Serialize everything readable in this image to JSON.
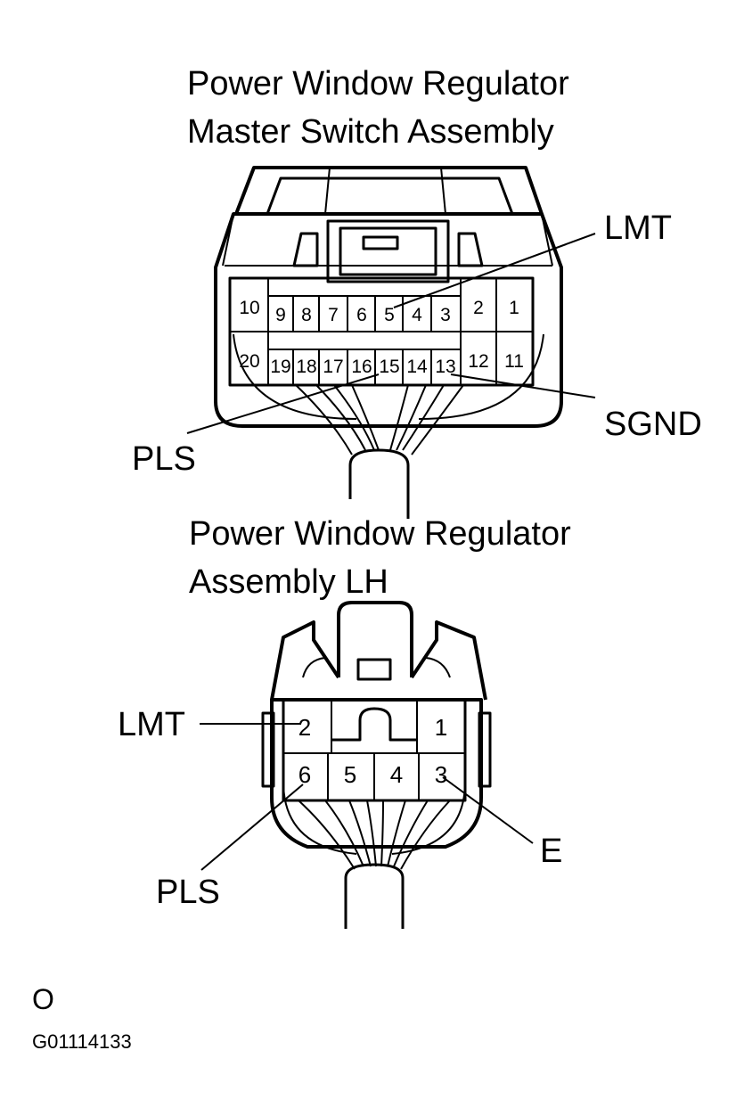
{
  "connector_top": {
    "title_line1": "Power Window Regulator",
    "title_line2": "Master Switch Assembly",
    "pins_row1": [
      "10",
      "9",
      "8",
      "7",
      "6",
      "5",
      "4",
      "3",
      "2",
      "1"
    ],
    "pins_row2": [
      "20",
      "19",
      "18",
      "17",
      "16",
      "15",
      "14",
      "13",
      "12",
      "11"
    ],
    "callouts": {
      "lmt": "LMT",
      "sgnd": "SGND",
      "pls": "PLS"
    }
  },
  "connector_bottom": {
    "title_line1": "Power Window Regulator",
    "title_line2": "Assembly LH",
    "pins_row1": [
      "2",
      "1"
    ],
    "pins_row2": [
      "6",
      "5",
      "4",
      "3"
    ],
    "callouts": {
      "lmt": "LMT",
      "pls": "PLS",
      "e": "E"
    }
  },
  "footer": {
    "mark": "O",
    "figure_id": "G01114133"
  }
}
